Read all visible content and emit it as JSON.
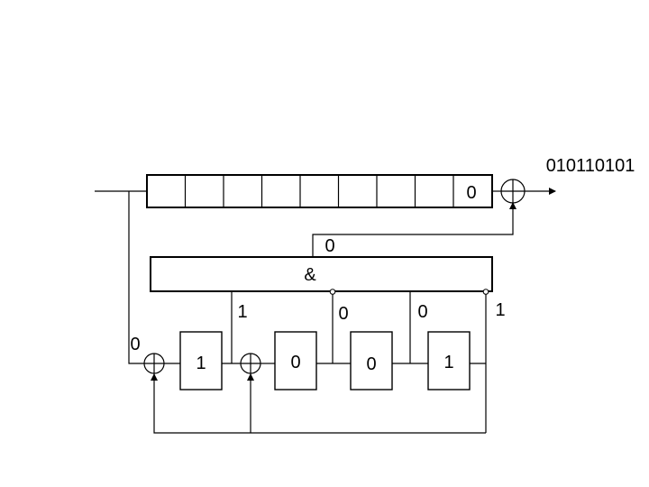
{
  "output_sequence": "010110101",
  "shift_register": {
    "cell_count": 9,
    "last_cell_value": "0"
  },
  "and_gate": {
    "symbol": "&",
    "output_value": "0"
  },
  "lfsr": {
    "feedback_input_value": "0",
    "cells": [
      {
        "value": "1"
      },
      {
        "value": "0"
      },
      {
        "value": "0"
      },
      {
        "value": "1"
      }
    ],
    "tap_values": [
      "1",
      "0",
      "0",
      "1"
    ]
  }
}
